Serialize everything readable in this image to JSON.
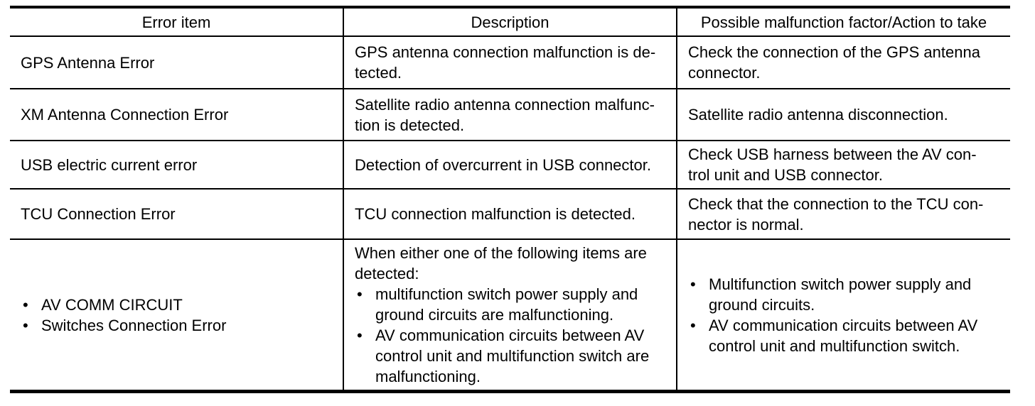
{
  "table": {
    "type": "table",
    "headers": [
      "Error item",
      "Description",
      "Possible malfunction factor/Action to take"
    ],
    "rows": [
      {
        "error_item": "GPS Antenna Error",
        "description": "GPS antenna connection malfunction is de-\ntected.",
        "action": "Check the connection of the GPS antenna\nconnector."
      },
      {
        "error_item": "XM Antenna Connection Error",
        "description": "Satellite radio antenna connection malfunc-\ntion is detected.",
        "action": "Satellite radio antenna disconnection."
      },
      {
        "error_item": "USB electric current error",
        "description": "Detection of overcurrent in USB connector.",
        "action": "Check USB harness between the AV con-\ntrol unit and USB connector."
      },
      {
        "error_item": "TCU Connection Error",
        "description": "TCU connection malfunction is detected.",
        "action": "Check that the connection to the TCU con-\nnector is normal."
      },
      {
        "error_item_bullets": [
          "AV COMM CIRCUIT",
          "Switches Connection Error"
        ],
        "description_intro": "When either one of the following items are\ndetected:",
        "description_bullets": [
          "multifunction switch power supply and\nground circuits are malfunctioning.",
          "AV communication circuits between AV\ncontrol unit and multifunction switch are\nmalfunctioning."
        ],
        "action_bullets": [
          "Multifunction switch power supply and\nground circuits.",
          "AV communication circuits between AV\ncontrol unit and multifunction switch."
        ]
      }
    ],
    "bullet_glyph": "•",
    "colors": {
      "text": "#000000",
      "border": "#000000",
      "background": "#ffffff"
    }
  }
}
